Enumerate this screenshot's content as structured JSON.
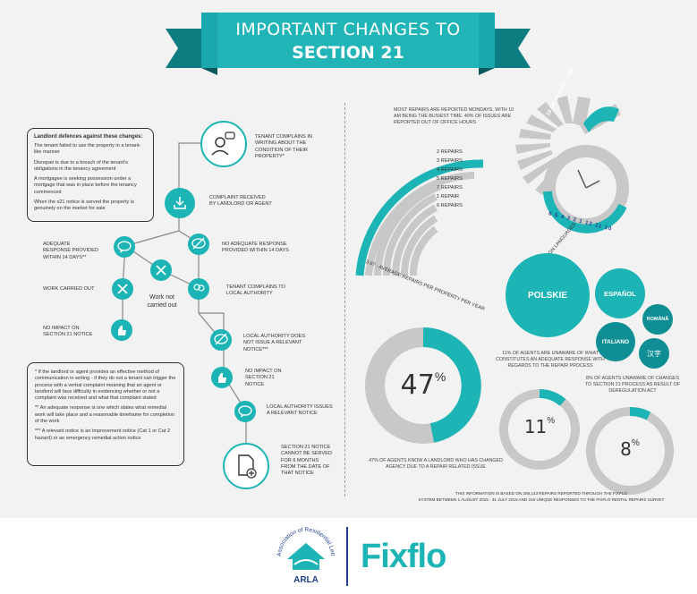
{
  "header": {
    "title_line1": "IMPORTANT CHANGES TO",
    "title_line2": "SECTION 21"
  },
  "defences": {
    "heading": "Landlord defences against these changes:",
    "items": [
      "The tenant failed to use the property in a tenant-like manner",
      "Disrepair is due to a breach of the tenant's obligations in the tenancy agreement",
      "A mortgagee is seeking possession under a mortgage that was in place before the tenancy commenced",
      "When the s21 notice is served the property is genuinely on the market for sale"
    ]
  },
  "flow": {
    "tenant_complains": "TENANT COMPLAINS IN WRITING ABOUT THE CONDITION OF THEIR PROPERTY*",
    "complaint_received": "COMPLAINT RECEIVED BY LANDLORD OR AGENT",
    "adequate_response": "ADEQUATE RESPONSE PROVIDED WITHIN 14 DAYS**",
    "no_adequate_response": "NO ADEQUATE RESPONSE PROVIDED WITHIN 14 DAYS",
    "work_carried_out": "WORK CARRIED OUT",
    "work_not_carried_out": "Work not carried out",
    "tenant_complains_la": "TENANT COMPLAINS TO LOCAL AUTHORITY",
    "no_impact_1": "NO IMPACT ON SECTION 21 NOTICE",
    "la_does_not_issue": "LOCAL AUTHORITY DOES NOT ISSUE A RELEVANT NOTICE***",
    "no_impact_2": "NO IMPACT ON SECTION 21 NOTICE",
    "la_issues": "LOCAL AUTHORITY ISSUES A RELEVANT NOTICE",
    "s21_cannot": "SECTION 21 NOTICE CANNOT BE SERVED FOR 6 MONTHS FROM THE DATE OF THAT NOTICE"
  },
  "notes": [
    "* If the landlord or agent provides an effective method of communication in writing - if they do not a tenant can trigger the process with a verbal complaint meaning that an agent or landlord will face difficulty in evidencing whether or not a complaint was received and what that complaint stated",
    "** An adequate response is one which states what remedial work will take place and a reasonable timeframe for completion of the work",
    "*** A relevant notice is an improvement notice (Cat 1 or Cat 2 hazard) or an emergency remedial action notice"
  ],
  "repairs": {
    "intro": "MOST REPAIRS ARE REPORTED MONDAYS, WITH 10 AM BEING THE BUSIEST TIME. 40% OF ISSUES ARE REPORTED OUT OF OFFICE HOURS",
    "legend": [
      "2 REPAIRS",
      "3 REPAIRS",
      "4 REPAIRS",
      "5 REPAIRS",
      "7 REPAIRS",
      "1 REPAIR",
      "6 REPAIRS"
    ],
    "average_caption": "3.67 - AVERAGE REPAIRS PER PROPERTY PER YEAR",
    "busiest": "10 AM BUSIEST TIME",
    "hours": [
      "6",
      "5",
      "4",
      "3",
      "2",
      "1",
      "12",
      "11",
      "10"
    ]
  },
  "languages": {
    "caption": "MOST COMMON FOREIGN LANGUAGES",
    "items": [
      "POLSKIE",
      "ESPAÑOL",
      "ROMÂNĂ",
      "ITALIANO",
      "汉字"
    ]
  },
  "stats": {
    "pct47": "47",
    "pct_sign": "%",
    "caption47": "47% OF AGENTS KNOW A LANDLORD WHO HAS CHANGED AGENCY DUE TO A REPAIR RELATED ISSUE",
    "pct11": "11",
    "caption11": "11% OF AGENTS ARE UNAWARE OF WHAT CONSTITUTES AN ADEQUATE RESPONSE WITH REGARDS TO THE REPAIR PROCESS",
    "pct8": "8",
    "caption8": "8% OF AGENTS UNAWARE OF CHANGES TO SECTION 21 PROCESS AS RESULT OF DEREGULATION ACT"
  },
  "source": {
    "line1": "THIS INFORMATION IS BASED ON 259,143 REPAIRS REPORTED THROUGH THE FIXFLO",
    "line2": "SYSTEM BETWEEN 1 AUGUST 2015 - 31 JULY 2016 AND 316 UNIQUE RESPONSES TO THE FIXFLO RENTAL REPAIRS SURVEY"
  },
  "footer": {
    "arla_ring": "Association of Residential Letting Agents",
    "arla": "ARLA",
    "fixflo": "Fixflo"
  },
  "colors": {
    "teal": "#1db4b5",
    "teal_dark": "#0f8f93",
    "grey": "#c8c8c8",
    "navy": "#1f3f8f"
  }
}
